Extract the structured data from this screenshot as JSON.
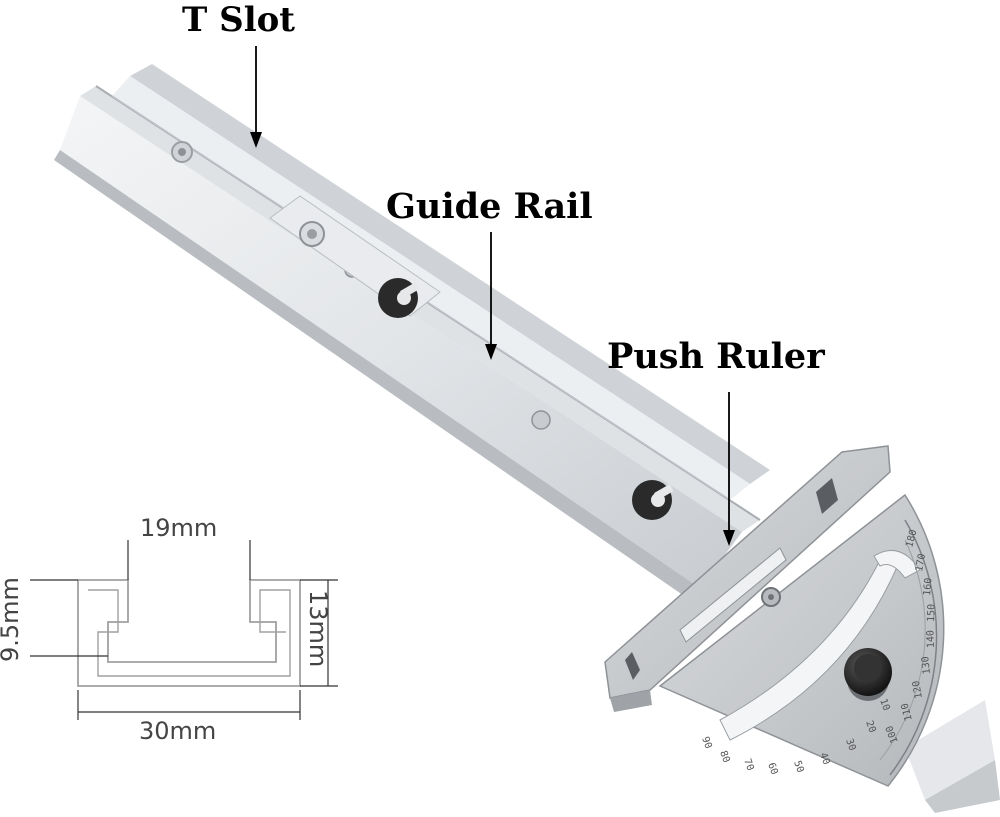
{
  "labels": {
    "t_slot": "T Slot",
    "guide_rail": "Guide Rail",
    "push_ruler": "Push Ruler"
  },
  "dimensions": {
    "width_top": "19mm",
    "width_bottom": "30mm",
    "height": "13mm",
    "slot_depth": "9.5mm"
  },
  "protractor_scale": {
    "inner_numbers": [
      "90",
      "80",
      "70",
      "60",
      "50",
      "40",
      "30",
      "20",
      "10"
    ],
    "outer_numbers": [
      "180",
      "170",
      "160",
      "150",
      "140",
      "130",
      "120",
      "110",
      "100"
    ]
  },
  "colors": {
    "rail_light": "#eef0f2",
    "rail_mid": "#d3d7db",
    "rail_dark": "#aeb3b8",
    "steel": "#c9ccd0",
    "knob": "#1c1c1c",
    "profile_stroke": "#9a9a9a"
  }
}
